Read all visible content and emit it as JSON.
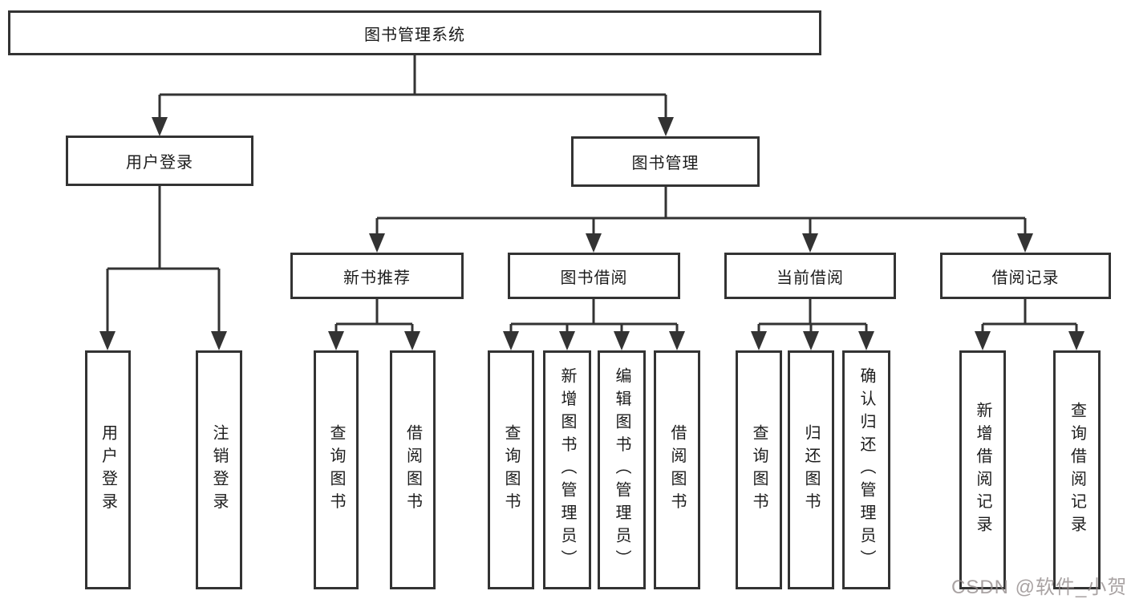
{
  "diagram": {
    "title": "图书管理系统",
    "branches": [
      {
        "label": "用户登录",
        "children": [
          "用户登录",
          "注销登录"
        ]
      },
      {
        "label": "图书管理",
        "children": [
          {
            "label": "新书推荐",
            "children": [
              "查询图书",
              "借阅图书"
            ]
          },
          {
            "label": "图书借阅",
            "children": [
              "查询图书",
              "新增图书（管理员）",
              "编辑图书（管理员）",
              "借阅图书"
            ]
          },
          {
            "label": "当前借阅",
            "children": [
              "查询图书",
              "归还图书",
              "确认归还（管理员）"
            ]
          },
          {
            "label": "借阅记录",
            "children": [
              "新增借阅记录",
              "查询借阅记录"
            ]
          }
        ]
      }
    ]
  },
  "watermark": "CSDN @软件_小贺同学",
  "colors": {
    "line": "#333333",
    "box_border": "#333333",
    "text": "#1c1c1c",
    "watermark": "#918989",
    "background": "#ffffff"
  }
}
